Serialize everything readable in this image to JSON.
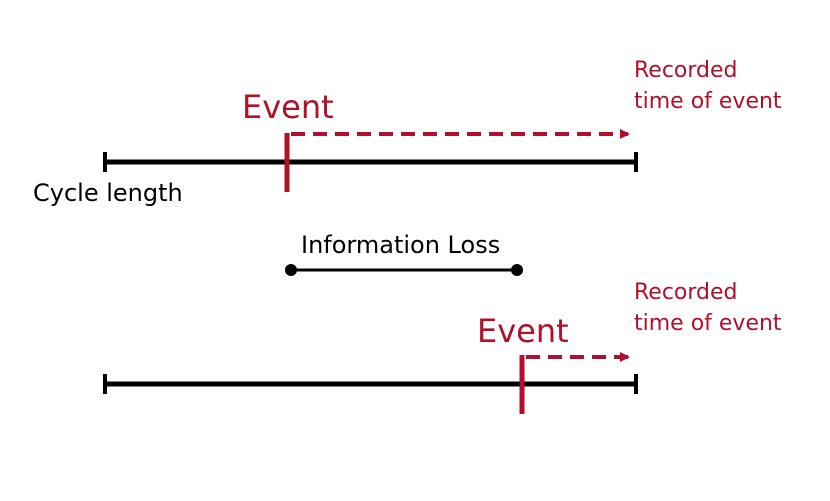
{
  "colors": {
    "accent": "#b0102a",
    "line": "#000000",
    "background": "#ffffff"
  },
  "top_timeline": {
    "event_label": "Event",
    "recorded_label_line1": "Recorded",
    "recorded_label_line2": "time of event",
    "cycle_label": "Cycle length"
  },
  "middle": {
    "information_loss_label": "Information Loss"
  },
  "bottom_timeline": {
    "event_label": "Event",
    "recorded_label_line1": "Recorded",
    "recorded_label_line2": "time of event"
  }
}
